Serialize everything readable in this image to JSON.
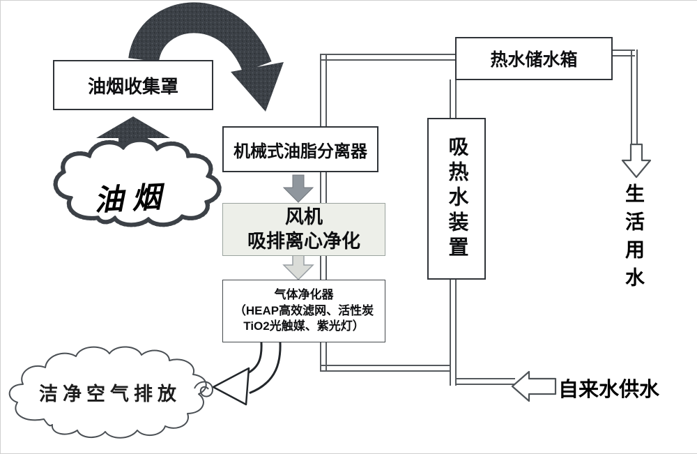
{
  "diagram": {
    "nodes": {
      "hood": {
        "label": "油烟收集罩"
      },
      "fume": {
        "label": "油烟"
      },
      "separator": {
        "label": "机械式油脂分离器"
      },
      "fan": {
        "line1": "风机",
        "line2": "吸排离心净化"
      },
      "purifier": {
        "line1": "气体净化器",
        "line2": "（HEAP高效滤网、活性炭",
        "line3": "TiO2光触媒、紫光灯）"
      },
      "clean_air": {
        "label": "洁净空气排放"
      },
      "heat_absorber": {
        "label": "吸热水装置"
      },
      "hot_water_tank": {
        "label": "热水储水箱"
      },
      "domestic_water": {
        "label": "生活用水"
      },
      "tap_water": {
        "label": "自来水供水"
      }
    },
    "icons": {
      "curved_flow_arrow": "thick-curved-down-arrow",
      "fume_up_arrow": "block-up-arrow",
      "solid_down_arrow": "block-down-arrow",
      "outline_down_arrow": "block-down-arrow-outline",
      "exhaust_arrow": "curved-left-down-arrow-outline",
      "domestic_water_arrow": "hollow-down-arrow",
      "tap_water_arrow": "hollow-left-arrow",
      "cloud_spiral": "spiral-curl"
    },
    "colors": {
      "background": "#ffffff",
      "ink": "#2f3338",
      "speckle_dark": "#3b4046",
      "pipe_line": "#55595d",
      "solid_arrow": "#8f969d",
      "outline_arrow_fill": "#dadcd8",
      "fan_box_bg": "#edefe9"
    }
  }
}
